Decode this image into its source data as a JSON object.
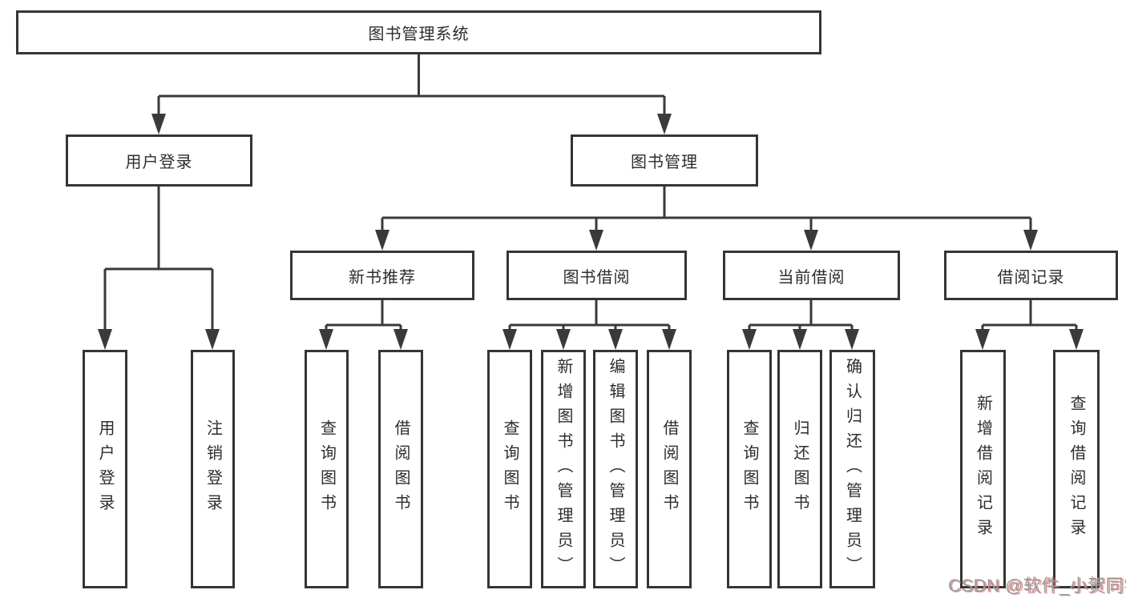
{
  "diagram": {
    "root": {
      "label": "图书管理系统",
      "children": [
        {
          "label": "用户登录",
          "children": [
            {
              "label": "用户登录"
            },
            {
              "label": "注销登录"
            }
          ]
        },
        {
          "label": "图书管理",
          "children": [
            {
              "label": "新书推荐",
              "children": [
                {
                  "label": "查询图书"
                },
                {
                  "label": "借阅图书"
                }
              ]
            },
            {
              "label": "图书借阅",
              "children": [
                {
                  "label": "查询图书"
                },
                {
                  "label": "新增图书（管理员）"
                },
                {
                  "label": "编辑图书（管理员）"
                },
                {
                  "label": "借阅图书"
                }
              ]
            },
            {
              "label": "当前借阅",
              "children": [
                {
                  "label": "查询图书"
                },
                {
                  "label": "归还图书"
                },
                {
                  "label": "确认归还（管理员）"
                }
              ]
            },
            {
              "label": "借阅记录",
              "children": [
                {
                  "label": "新增借阅记录"
                },
                {
                  "label": "查询借阅记录"
                }
              ]
            }
          ]
        }
      ]
    }
  },
  "watermark": {
    "text": "CSDN @软件_小贺同学"
  },
  "colors": {
    "line": "#3a3a3a",
    "border": "#353535",
    "text": "#2d2d2d",
    "watermark": "#9b9b9b"
  }
}
